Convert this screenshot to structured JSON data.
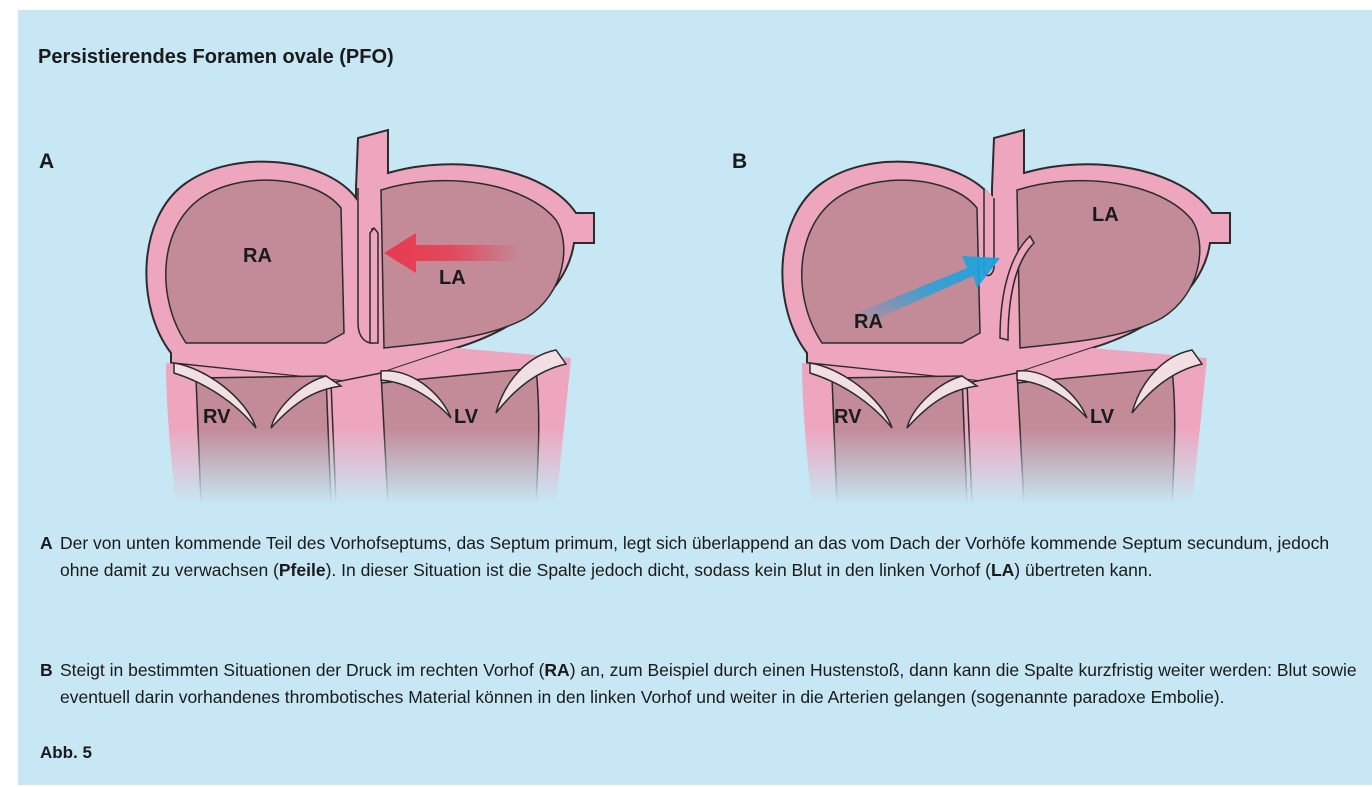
{
  "title": "Persistierendes Foramen ovale (PFO)",
  "figures": [
    {
      "letter": "A",
      "labels": {
        "ra": "RA",
        "la": "LA",
        "rv": "RV",
        "lv": "LV"
      }
    },
    {
      "letter": "B",
      "labels": {
        "ra": "RA",
        "la": "LA",
        "rv": "RV",
        "lv": "LV"
      }
    }
  ],
  "captions": {
    "a": {
      "letter": "A",
      "part1": "Der von unten kommende Teil des Vorhofseptums, das Septum primum, legt sich überlappend an das vom Dach der Vorhöfe kommende Septum secundum, jedoch ohne damit zu verwachsen (",
      "bold1": "Pfeile",
      "part2": "). In dieser Situation ist die Spalte jedoch dicht, sodass kein Blut in den linken Vorhof (",
      "bold2": "LA",
      "part3": ") übertreten kann."
    },
    "b": {
      "letter": "B",
      "part1": "Steigt in bestimmten Situationen der Druck im rechten Vorhof (",
      "bold1": "RA",
      "part2": ") an, zum Beispiel durch einen Hustenstoß, dann kann die Spalte kurzfristig weiter werden: Blut sowie eventuell darin vorhandenes thrombotisches Material können in den linken Vorhof und weiter in die Arterien gelangen (sogenannte paradoxe Embolie)."
    }
  },
  "figure_ref": "Abb. 5",
  "colors": {
    "panel_bg": "#c6e7f3",
    "chamber": "#c38a98",
    "wall": "#eea6bf",
    "wall_stroke": "#2b2b2b",
    "arrow_red": "#e8394f",
    "arrow_blue": "#1ea3dc"
  }
}
